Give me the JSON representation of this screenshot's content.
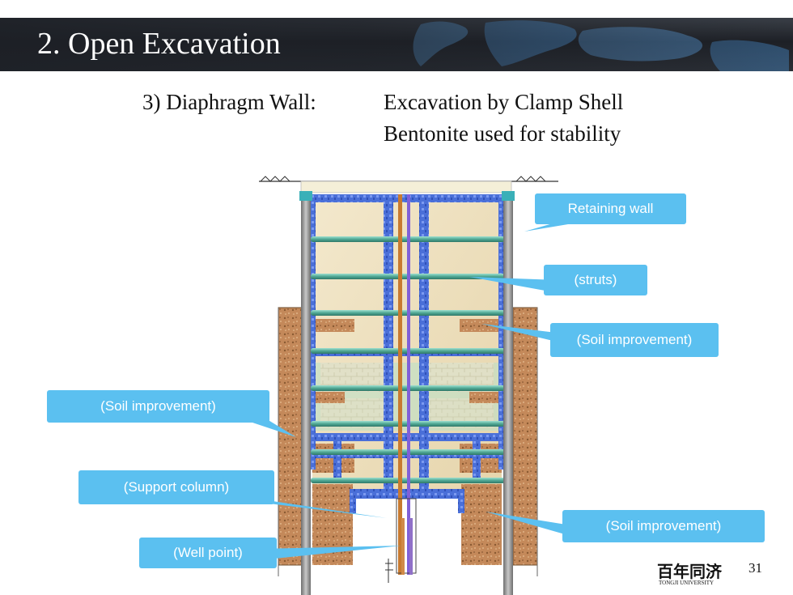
{
  "title": "2. Open Excavation",
  "subtitle": {
    "label": "3) Diaphragm Wall:",
    "line1": "Excavation by Clamp Shell",
    "line2": "Bentonite used for stability"
  },
  "callouts": {
    "retaining_wall": "Retaining wall",
    "struts": "(struts)",
    "soil_right_upper": "(Soil improvement)",
    "soil_left": "(Soil improvement)",
    "support_column": "(Support column)",
    "soil_right_lower": "(Soil improvement)",
    "well_point": "(Well point)"
  },
  "logo": {
    "chinese": "百年同济",
    "english": "TONGJI UNIVERSITY"
  },
  "page_number": "31",
  "colors": {
    "callout": "#5bc0f0",
    "title_bar": "#1d2026",
    "brace_blue": "#4a6fd8",
    "strut_teal": "#5fb8a8",
    "soil_brown": "#c8905a",
    "wall_grey": "#8e8e8e"
  }
}
